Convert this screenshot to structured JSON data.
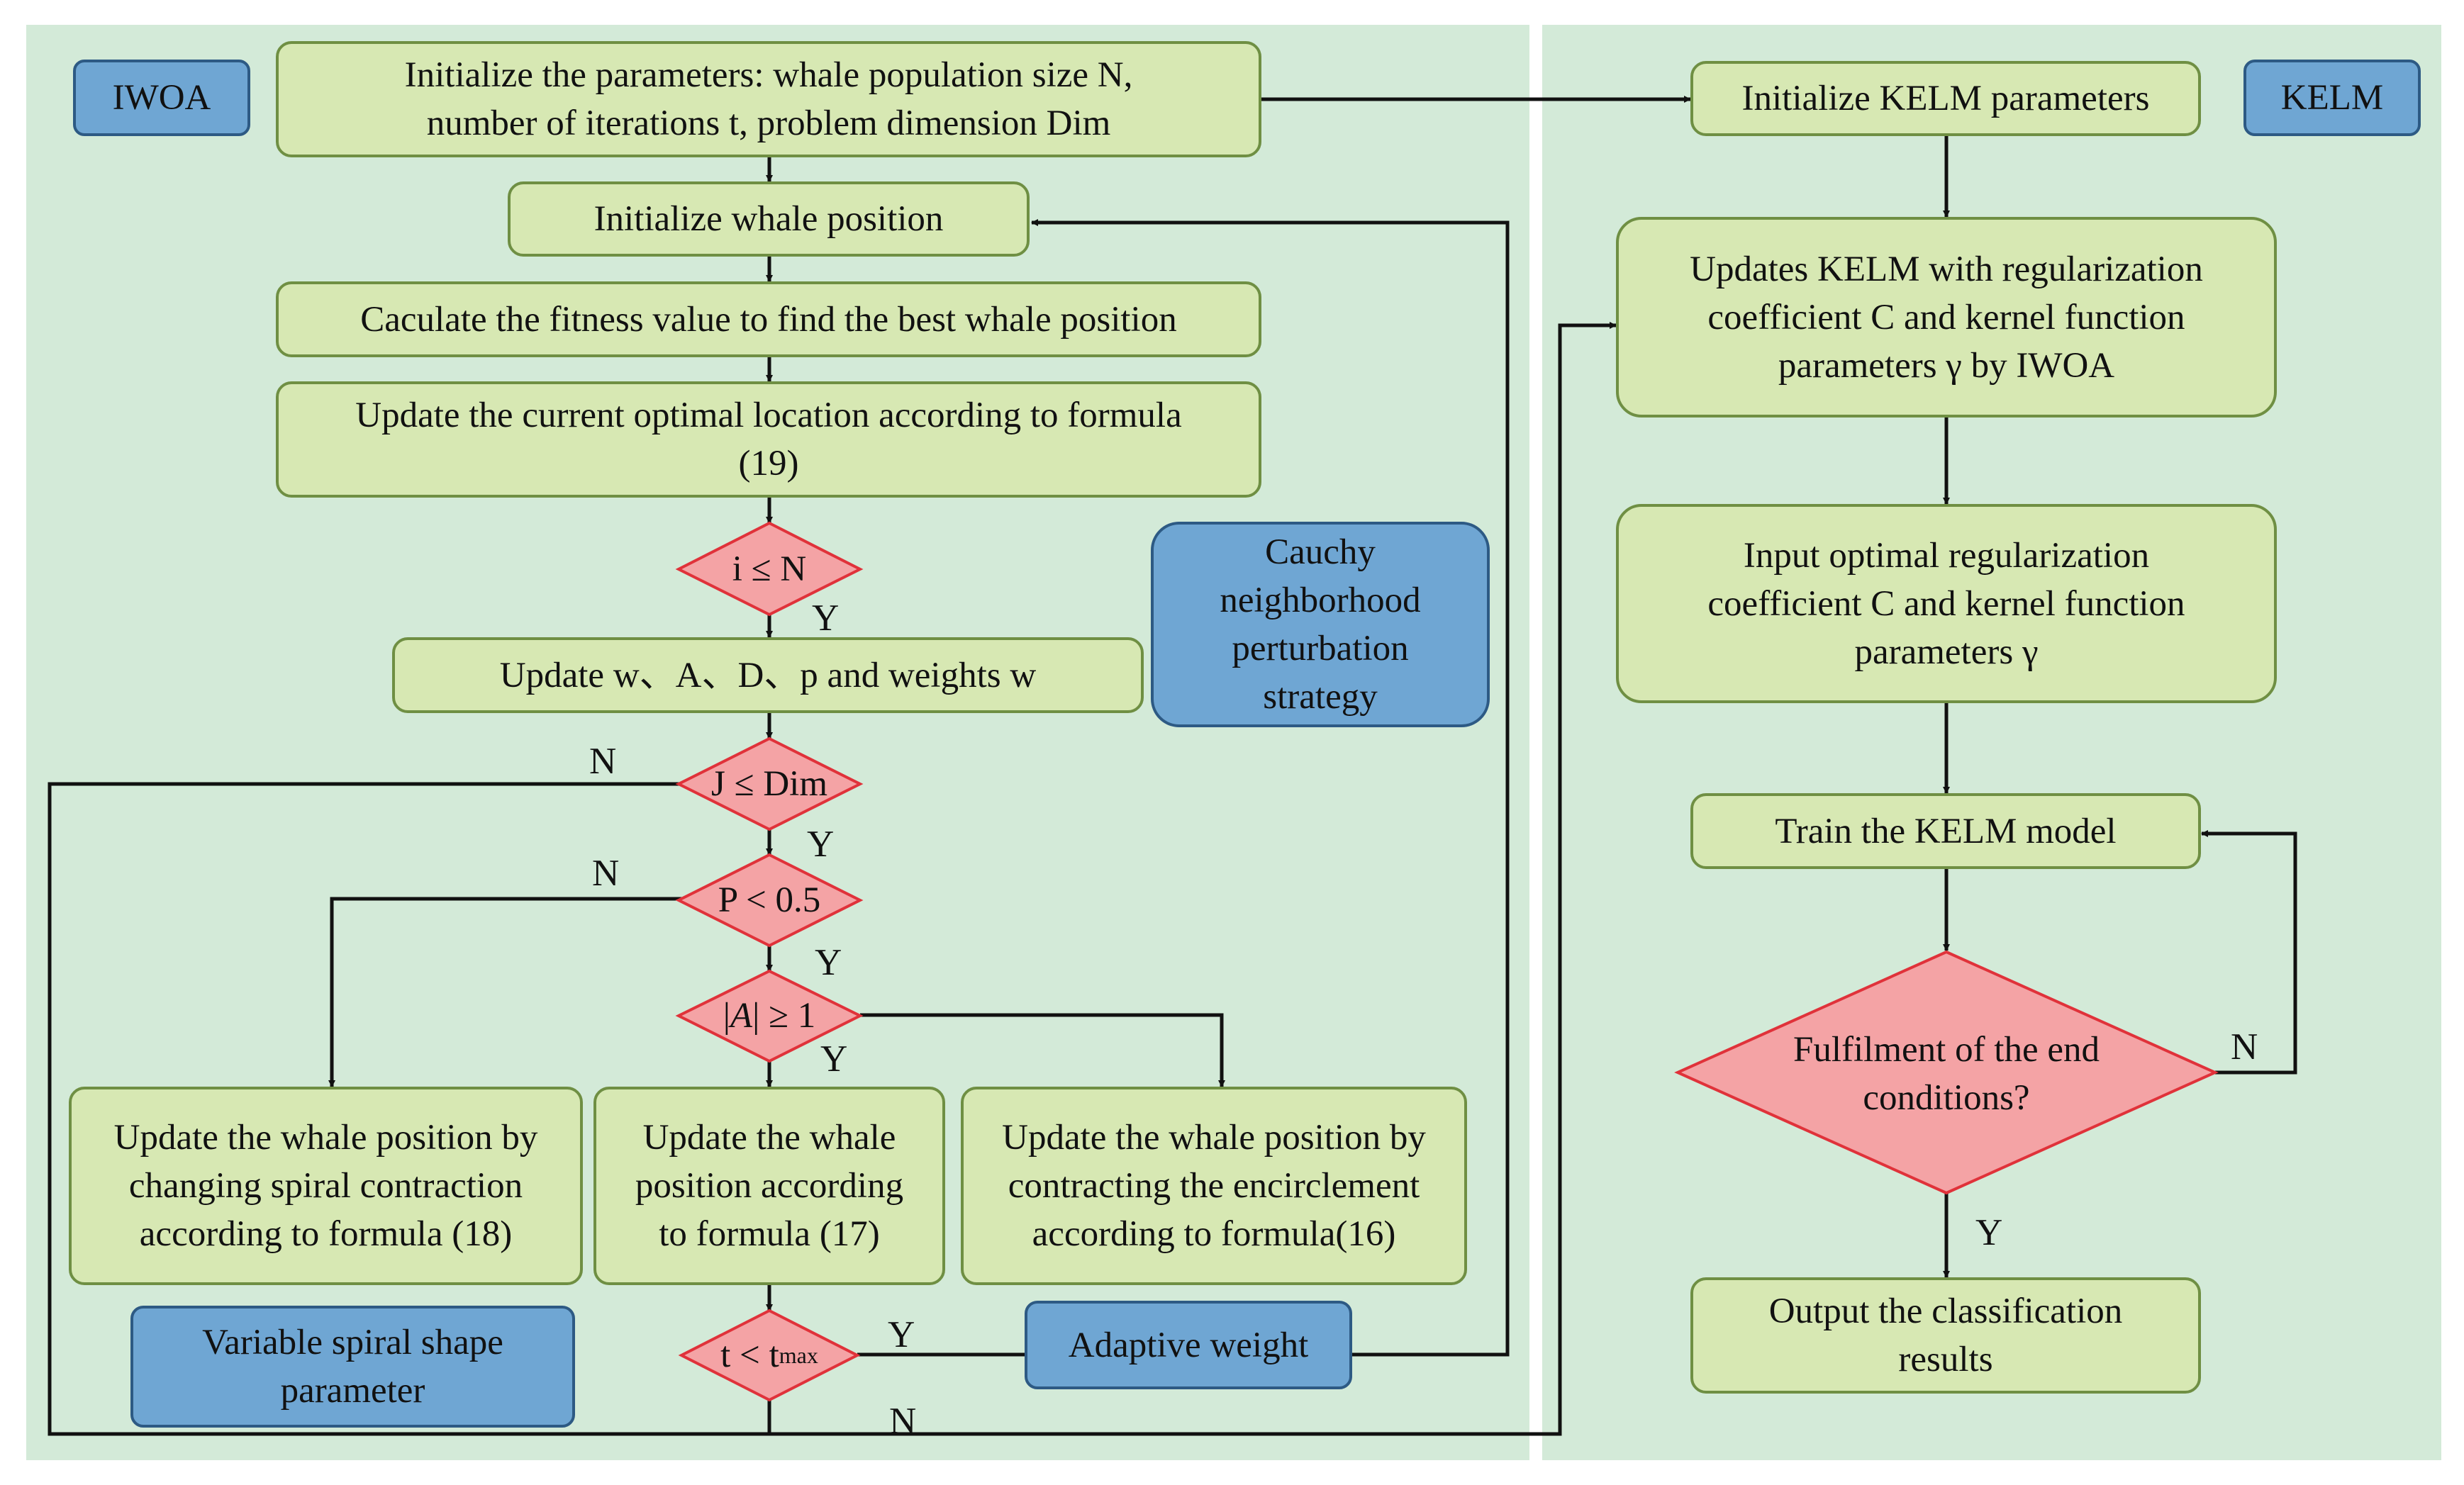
{
  "badges": {
    "left": "IWOA",
    "right": "KELM"
  },
  "iwoa": {
    "init_params_l1": "Initialize the parameters: whale population size N,",
    "init_params_l2": "number of iterations t, problem dimension Dim",
    "init_position": "Initialize whale position",
    "calc_fitness": "Caculate the fitness value to find the best whale position",
    "update_optimal_l1": "Update the current optimal location according to formula",
    "update_optimal_l2": "(19)",
    "cond_i_n": "i ≤ N",
    "update_params": "Update w、A、D、p and weights w",
    "cond_j_dim": "J ≤ Dim",
    "cond_p": "P < 0.5",
    "cond_a_l": "|",
    "cond_a_i": "A",
    "cond_a_r": "| ≥ 1",
    "box_spiral_l1": "Update the whale position by",
    "box_spiral_l2": "changing spiral contraction",
    "box_spiral_l3": "according to formula (18)",
    "box_formula17_l1": "Update the whale",
    "box_formula17_l2": "position according",
    "box_formula17_l3": "to formula (17)",
    "box_encircle_l1": "Update the whale position by",
    "box_encircle_l2": "contracting the encirclement",
    "box_encircle_l3": "according to formula(16)",
    "cond_t_base": "t < t",
    "cond_t_sub": "max",
    "note_cauchy_l1": "Cauchy",
    "note_cauchy_l2": "neighborhood",
    "note_cauchy_l3": "perturbation",
    "note_cauchy_l4": "strategy",
    "note_spiral_l1": "Variable spiral shape",
    "note_spiral_l2": "parameter",
    "note_adaptive": "Adaptive weight"
  },
  "kelm": {
    "init": "Initialize KELM parameters",
    "update_l1": "Updates KELM with regularization",
    "update_l2": "coefficient C and kernel function",
    "update_l3": "parameters γ by IWOA",
    "input_l1": "Input optimal regularization",
    "input_l2": "coefficient C and kernel function",
    "input_l3": "parameters γ",
    "train": "Train the KELM model",
    "end_l1": "Fulfilment of the end",
    "end_l2": "conditions?",
    "output_l1": "Output the classification",
    "output_l2": "results"
  },
  "labels": {
    "y": "Y",
    "n": "N"
  },
  "colors": {
    "panel": "#d3ead8",
    "process_fill": "#d7e8b3",
    "process_border": "#6f8f43",
    "decision_fill": "#f4a3a5",
    "decision_border": "#e0323a",
    "note_fill": "#6fa6d3",
    "note_border": "#2d5a84"
  }
}
